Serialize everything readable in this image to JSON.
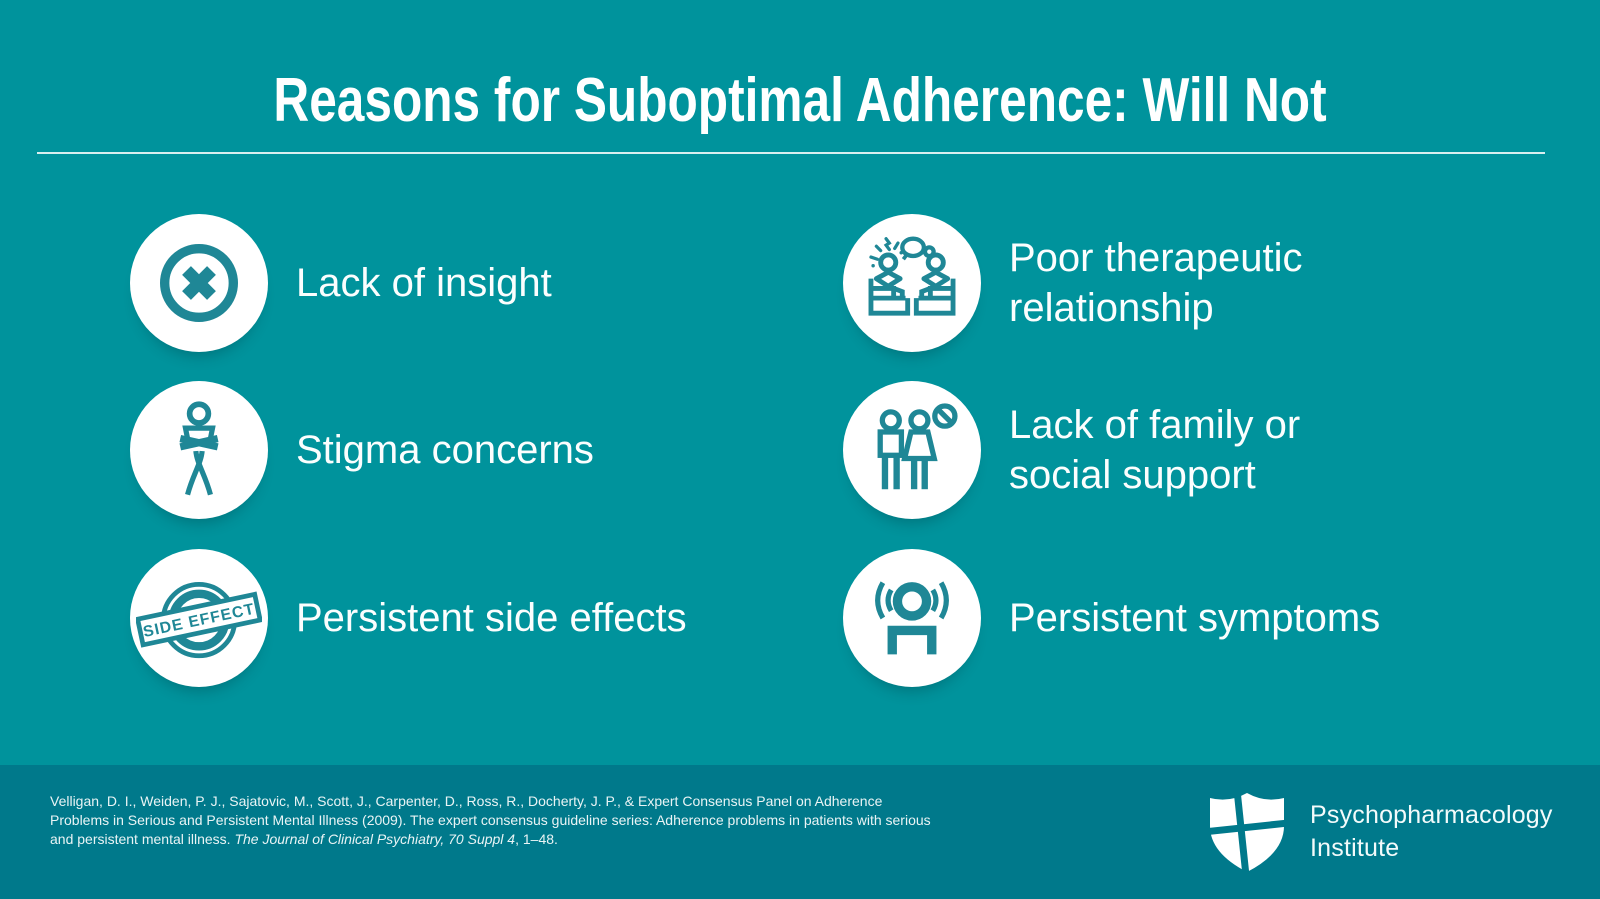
{
  "colors": {
    "background": "#00939C",
    "footer_background": "#00798B",
    "icon_teal": "#1F8796",
    "text_white": "#FFFFFF"
  },
  "header": {
    "title": "Reasons for Suboptimal Adherence: Will Not"
  },
  "items": [
    {
      "id": "lack-of-insight",
      "label": "Lack of insight",
      "icon": "x-circle-icon"
    },
    {
      "id": "poor-therapeutic-relationship",
      "label": "Poor therapeutic\nrelationship",
      "icon": "therapy-conversation-icon"
    },
    {
      "id": "stigma-concerns",
      "label": "Stigma concerns",
      "icon": "ashamed-person-icon"
    },
    {
      "id": "lack-of-family-or-social-support",
      "label": "Lack of family or\nsocial support",
      "icon": "family-prohibited-icon"
    },
    {
      "id": "persistent-side-effects",
      "label": "Persistent side effects",
      "icon": "side-effect-stamp-icon"
    },
    {
      "id": "persistent-symptoms",
      "label": "Persistent symptoms",
      "icon": "person-vibration-icon"
    }
  ],
  "stamp": {
    "text": "SIDE EFFECT"
  },
  "footer": {
    "citation_roman1": "Velligan, D. I., Weiden, P. J., Sajatovic, M., Scott, J., Carpenter, D., Ross, R., Docherty, J. P., & Expert Consensus Panel on Adherence Problems in Serious and Persistent Mental Illness (2009). The expert consensus guideline series: Adherence problems in patients with serious and persistent mental illness. ",
    "citation_italic": "The Journal of Clinical Psychiatry, 70 Suppl 4",
    "citation_roman2": ", 1–48.",
    "logo_line1": "Psychopharmacology",
    "logo_line2": "Institute"
  }
}
